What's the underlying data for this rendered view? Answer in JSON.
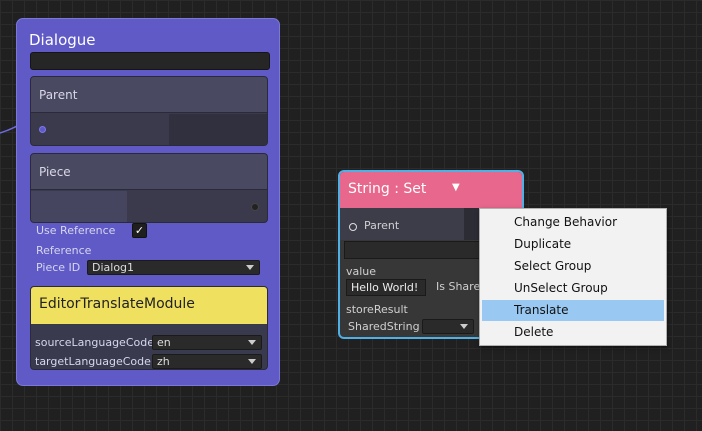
{
  "dialogue_node": {
    "title": "Dialogue",
    "parent_label": "Parent",
    "piece_label": "Piece",
    "use_reference_label": "Use Reference",
    "use_reference_checked": true,
    "reference_label": "Reference",
    "piece_id_label": "Piece ID",
    "piece_id_value": "Dialog1",
    "module": {
      "title": "EditorTranslateModule",
      "source_label": "sourceLanguageCode",
      "source_value": "en",
      "target_label": "targetLanguageCode",
      "target_value": "zh"
    },
    "color": "#5f5ac6"
  },
  "string_node": {
    "title": "String : Set",
    "parent_label": "Parent",
    "value_label": "value",
    "value_text": "Hello World!",
    "is_shared_label": "Is Shared",
    "store_result_label": "storeResult",
    "shared_string_label": "SharedString",
    "header_color": "#e8678c"
  },
  "context_menu": {
    "items": [
      "Change Behavior",
      "Duplicate",
      "Select Group",
      "UnSelect Group",
      "Translate",
      "Delete"
    ],
    "selected": "Translate"
  },
  "icons": {
    "checkmark": "checkmark-icon",
    "dropdown_caret": "chevron-down-icon",
    "port": "port-dot-icon"
  }
}
